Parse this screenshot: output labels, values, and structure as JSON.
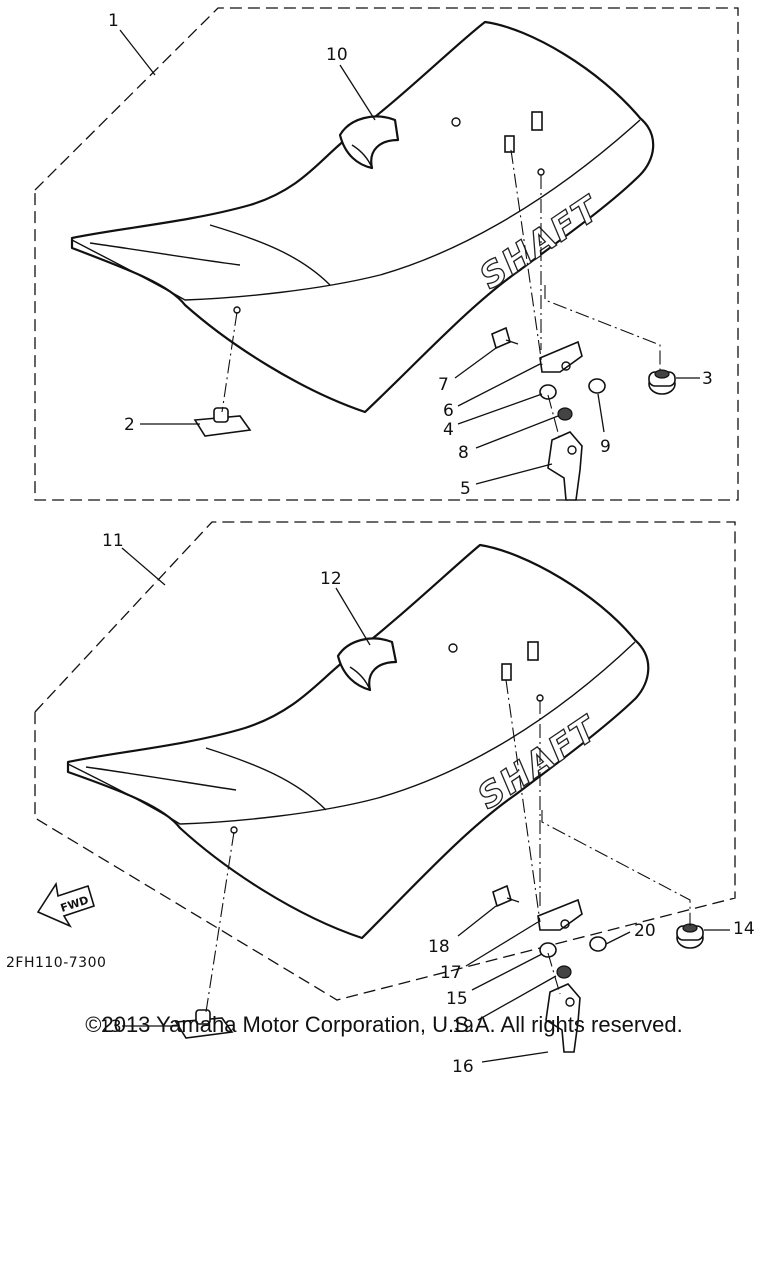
{
  "callouts": {
    "c1": "1",
    "c2": "2",
    "c3": "3",
    "c4": "4",
    "c5": "5",
    "c6": "6",
    "c7": "7",
    "c8": "8",
    "c9": "9",
    "c10": "10",
    "c11": "11",
    "c12": "12",
    "c13": "13",
    "c14": "14",
    "c15": "15",
    "c16": "16",
    "c17": "17",
    "c18": "18",
    "c19": "19",
    "c20": "20"
  },
  "seat_lettering": "SHAFT",
  "fwd_label": "FWD",
  "part_code": "2FH110-7300",
  "copyright": "©2013 Yamaha Motor Corporation, U.S.A. All rights reserved."
}
